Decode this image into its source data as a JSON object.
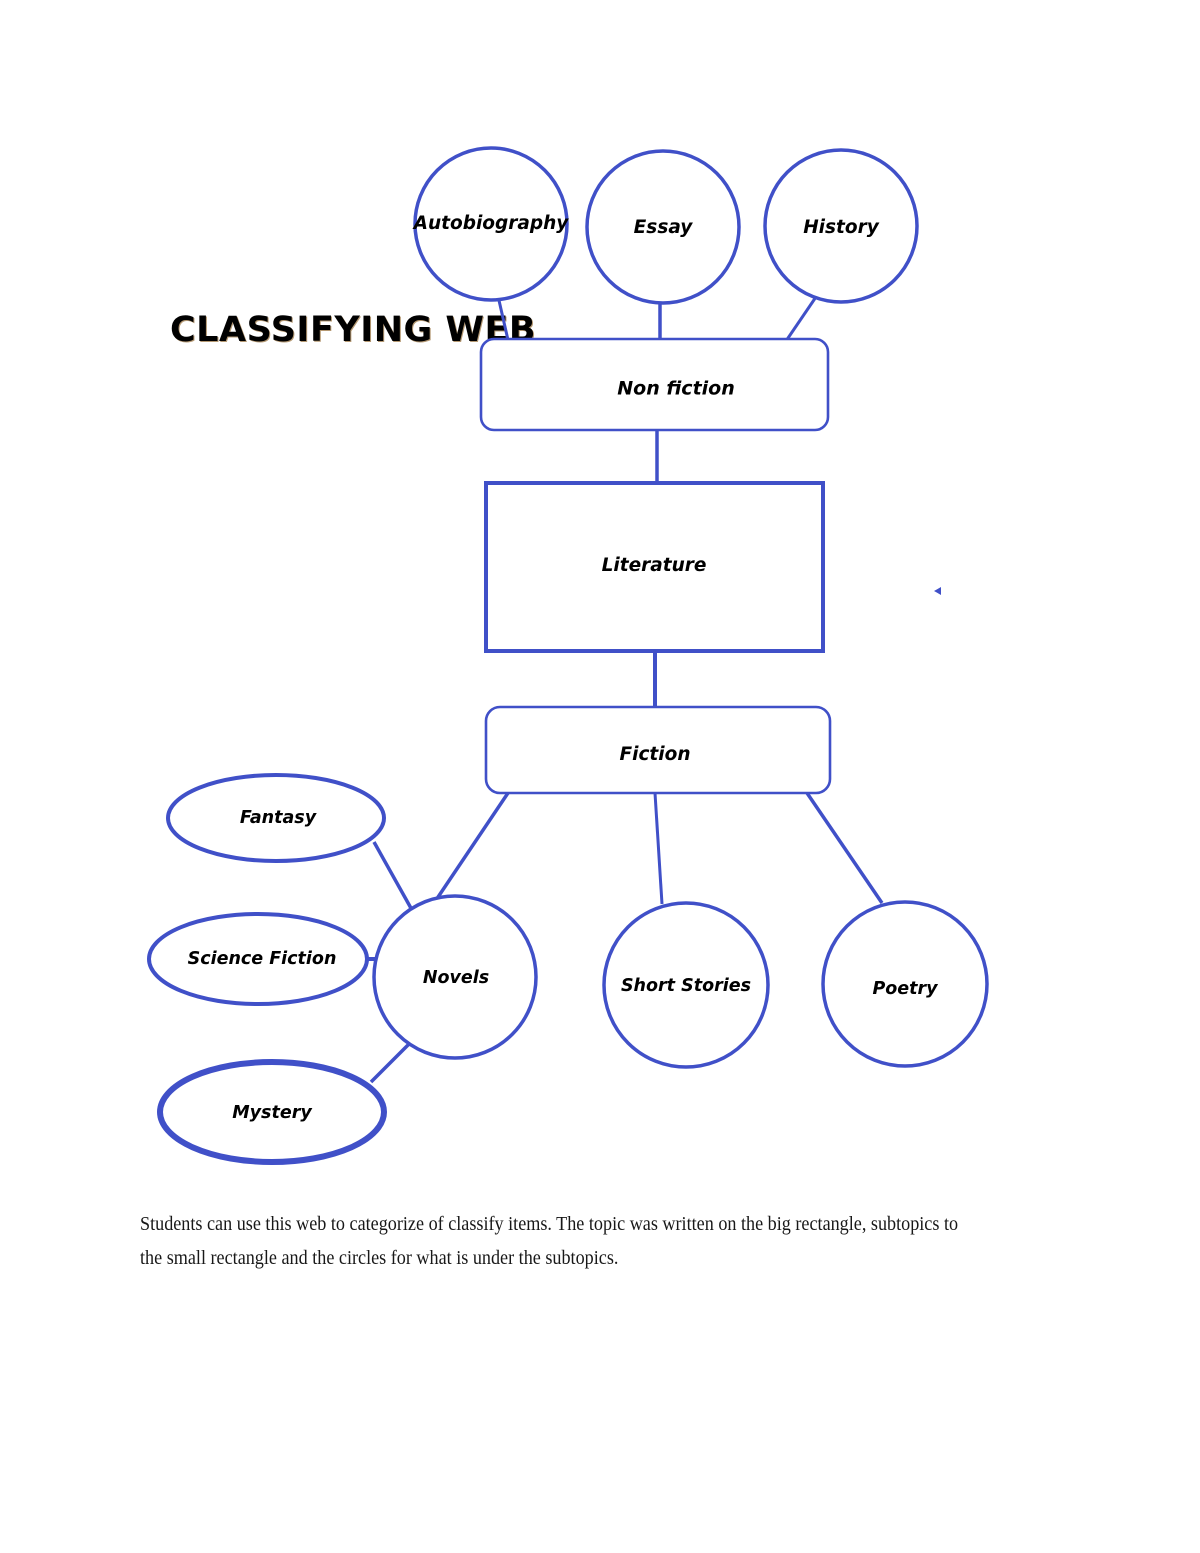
{
  "page": {
    "title": "CLASSIFYING WEB",
    "caption": "Students can use this web to categorize of classify items. The topic was written on the big rectangle, subtopics to the small rectangle and the circles for what is under the subtopics."
  },
  "colors": {
    "stroke": "#4050c8",
    "shape_fill": "#ffffff",
    "label_text": "#000000",
    "background": "#ffffff"
  },
  "chart_data": {
    "type": "diagram",
    "title": "CLASSIFYING WEB",
    "root": "Literature",
    "nodes": [
      {
        "id": "autobiography",
        "label": "Autobiography",
        "shape": "circle",
        "level": "detail",
        "parent": "non_fiction"
      },
      {
        "id": "essay",
        "label": "Essay",
        "shape": "circle",
        "level": "detail",
        "parent": "non_fiction"
      },
      {
        "id": "history",
        "label": "History",
        "shape": "circle",
        "level": "detail",
        "parent": "non_fiction"
      },
      {
        "id": "non_fiction",
        "label": "Non fiction",
        "shape": "rounded-rectangle",
        "level": "subtopic",
        "parent": "literature"
      },
      {
        "id": "literature",
        "label": "Literature",
        "shape": "rectangle",
        "level": "topic",
        "parent": null
      },
      {
        "id": "fiction",
        "label": "Fiction",
        "shape": "rounded-rectangle",
        "level": "subtopic",
        "parent": "literature"
      },
      {
        "id": "novels",
        "label": "Novels",
        "shape": "circle",
        "level": "detail",
        "parent": "fiction"
      },
      {
        "id": "short_stories",
        "label": "Short Stories",
        "shape": "circle",
        "level": "detail",
        "parent": "fiction"
      },
      {
        "id": "poetry",
        "label": "Poetry",
        "shape": "circle",
        "level": "detail",
        "parent": "fiction"
      },
      {
        "id": "fantasy",
        "label": "Fantasy",
        "shape": "ellipse",
        "level": "detail",
        "parent": "novels"
      },
      {
        "id": "science_fiction",
        "label": "Science Fiction",
        "shape": "ellipse",
        "level": "detail",
        "parent": "novels"
      },
      {
        "id": "mystery",
        "label": "Mystery",
        "shape": "ellipse",
        "level": "detail",
        "parent": "novels"
      }
    ],
    "edges": [
      {
        "from": "autobiography",
        "to": "non_fiction"
      },
      {
        "from": "essay",
        "to": "non_fiction"
      },
      {
        "from": "history",
        "to": "non_fiction"
      },
      {
        "from": "non_fiction",
        "to": "literature"
      },
      {
        "from": "literature",
        "to": "fiction"
      },
      {
        "from": "fiction",
        "to": "novels"
      },
      {
        "from": "fiction",
        "to": "short_stories"
      },
      {
        "from": "fiction",
        "to": "poetry"
      },
      {
        "from": "fantasy",
        "to": "novels"
      },
      {
        "from": "science_fiction",
        "to": "novels"
      },
      {
        "from": "mystery",
        "to": "novels"
      }
    ]
  },
  "labels": {
    "autobiography": "Autobiography",
    "essay": "Essay",
    "history": "History",
    "non_fiction": "Non fiction",
    "literature": "Literature",
    "fiction": "Fiction",
    "novels": "Novels",
    "short_stories": "Short Stories",
    "poetry": "Poetry",
    "fantasy": "Fantasy",
    "science_fiction": "Science Fiction",
    "mystery": "Mystery"
  }
}
